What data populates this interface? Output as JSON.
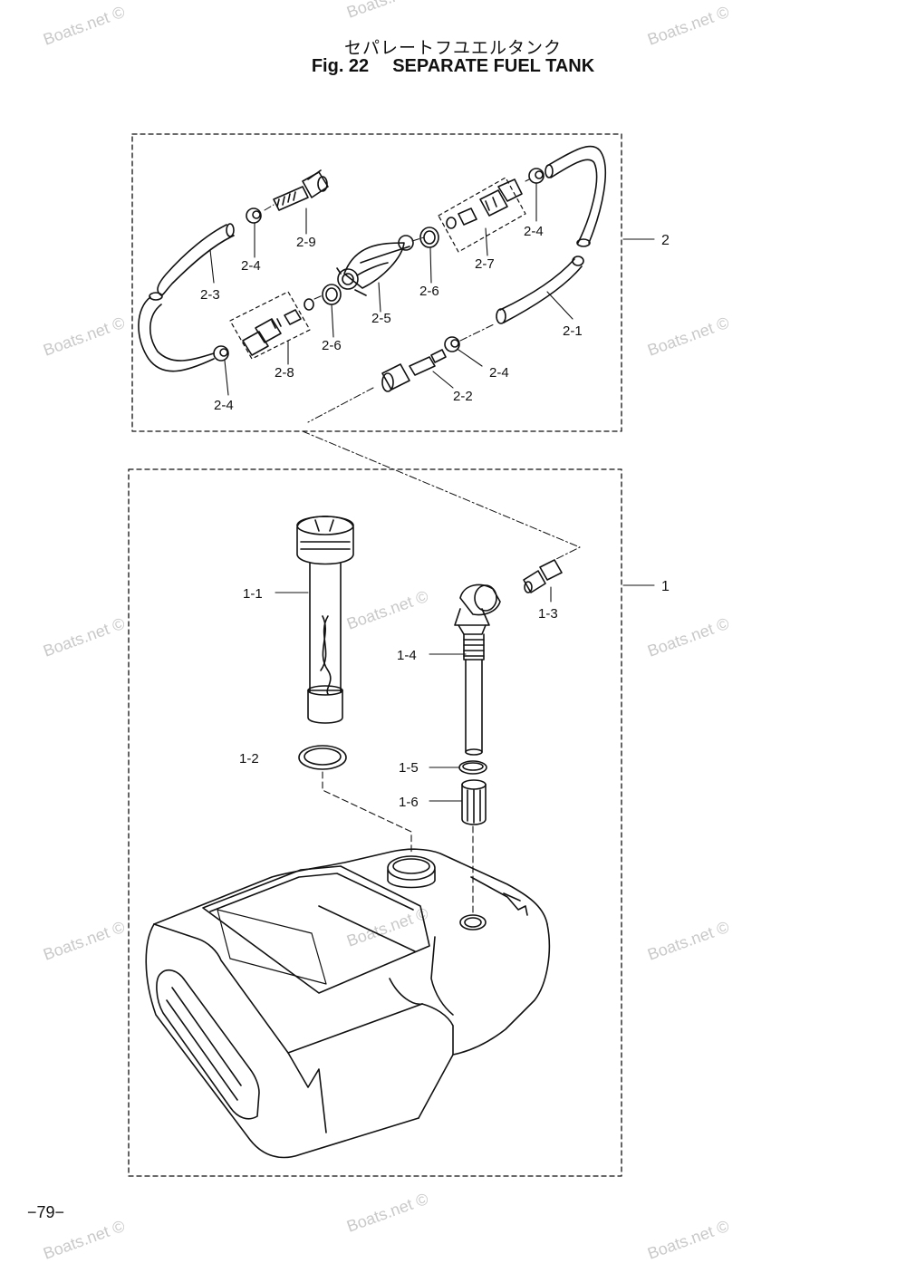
{
  "title": {
    "japanese": "セパレートフユエルタンク",
    "figure": "Fig. 22",
    "english": "SEPARATE FUEL TANK"
  },
  "page_number": "−79−",
  "watermark": "Boats.net ©",
  "assemblies": [
    {
      "ref": "2"
    },
    {
      "ref": "1"
    }
  ],
  "callouts": {
    "c2_9": "2-9",
    "c2_4_a": "2-4",
    "c2_3": "2-3",
    "c2_5": "2-5",
    "c2_6_a": "2-6",
    "c2_6_b": "2-6",
    "c2_8": "2-8",
    "c2_4_b": "2-4",
    "c2_7": "2-7",
    "c2_4_c": "2-4",
    "c2_1": "2-1",
    "c2_4_d": "2-4",
    "c2_2": "2-2",
    "c1_1": "1-1",
    "c1_2": "1-2",
    "c1_3": "1-3",
    "c1_4": "1-4",
    "c1_5": "1-5",
    "c1_6": "1-6"
  }
}
